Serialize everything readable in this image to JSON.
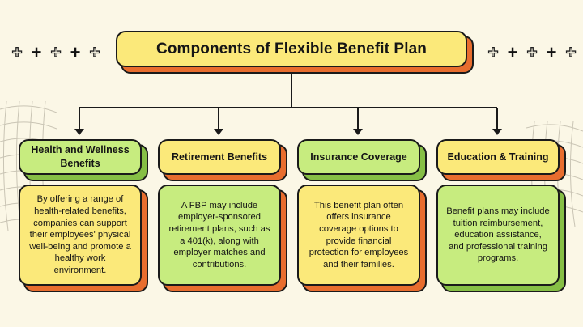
{
  "title": "Components of Flexible Benefit Plan",
  "colors": {
    "background": "#fbf7e6",
    "yellow": "#fbe97a",
    "green": "#c7ec7f",
    "shadow_orange": "#e86d2e",
    "shadow_green": "#86bf45",
    "outline": "#1a1a1a"
  },
  "sparkles_left": [
    "outline",
    "solid",
    "outline",
    "solid",
    "outline"
  ],
  "sparkles_right": [
    "outline",
    "solid",
    "outline",
    "solid",
    "outline"
  ],
  "components": [
    {
      "heading": "Health and Wellness Benefits",
      "description": "By offering a range of health-related benefits, companies can support their employees' physical well-being and promote a healthy work environment."
    },
    {
      "heading": "Retirement Benefits",
      "description": "A FBP may include employer-sponsored retirement plans, such as a 401(k), along with employer matches and contributions."
    },
    {
      "heading": "Insurance Coverage",
      "description": "This benefit plan often offers insurance coverage options to provide financial protection for employees and their families."
    },
    {
      "heading": "Education & Training",
      "description": "Benefit plans may include tuition reimbursement, education assistance, and professional training programs."
    }
  ]
}
